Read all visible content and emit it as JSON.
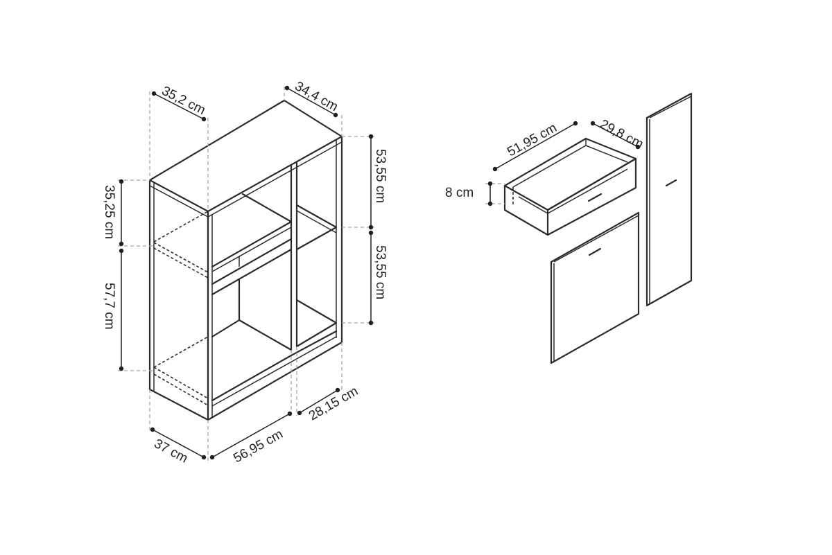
{
  "colors": {
    "line": "#2b2b2b",
    "dimension": "#1f1f1f",
    "extension_dash": "#a3a3a3",
    "background": "#ffffff"
  },
  "shelf_unit": {
    "top_depth_left": "35,2 cm",
    "top_depth_right": "34,4 cm",
    "upper_height_right": "53,55 cm",
    "lower_height_right": "53,55 cm",
    "upper_height_left": "35,25 cm",
    "lower_height_left": "57,7 cm",
    "base_depth": "37 cm",
    "left_width": "56,95 cm",
    "right_width": "28,15 cm"
  },
  "drawer": {
    "width": "51,95 cm",
    "depth": "29,8 cm",
    "height": "8 cm"
  }
}
